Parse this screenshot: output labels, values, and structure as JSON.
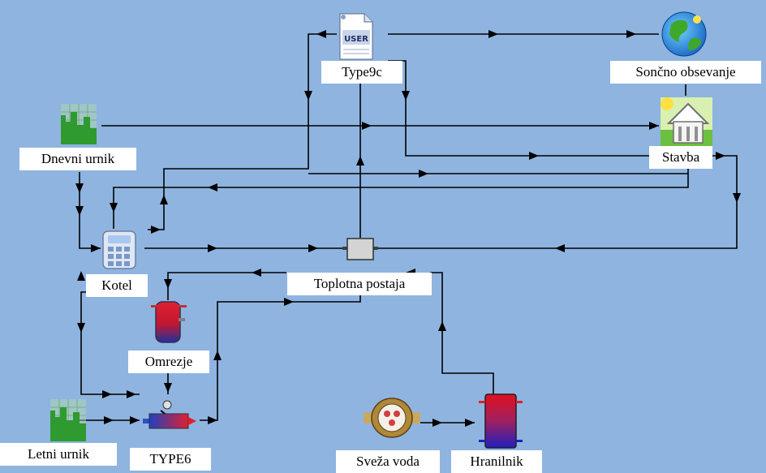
{
  "components": {
    "type9c": {
      "label": "Type9c",
      "icon": "user-data-reader-icon",
      "icon_text": "USER"
    },
    "soncno": {
      "label": "Sončno obsevanje",
      "icon": "globe-icon"
    },
    "stavba": {
      "label": "Stavba",
      "icon": "building-icon"
    },
    "dnevni": {
      "label": "Dnevni urnik",
      "icon": "schedule-chart-icon"
    },
    "kotel": {
      "label": "Kotel",
      "icon": "calculator-icon"
    },
    "toplotna": {
      "label": "Toplotna postaja",
      "icon": "heat-station-icon"
    },
    "omrezje": {
      "label": "Omrezje",
      "icon": "tank-icon"
    },
    "letni": {
      "label": "Letni urnik",
      "icon": "schedule-chart-icon"
    },
    "type6": {
      "label": "TYPE6",
      "icon": "heater-icon"
    },
    "sveza": {
      "label": "Sveža voda",
      "icon": "water-meter-icon"
    },
    "hranilnik": {
      "label": "Hranilnik",
      "icon": "storage-tank-icon"
    }
  },
  "colors": {
    "background": "#8fb4e0",
    "link": "#000000",
    "label_bg": "#ffffff"
  }
}
